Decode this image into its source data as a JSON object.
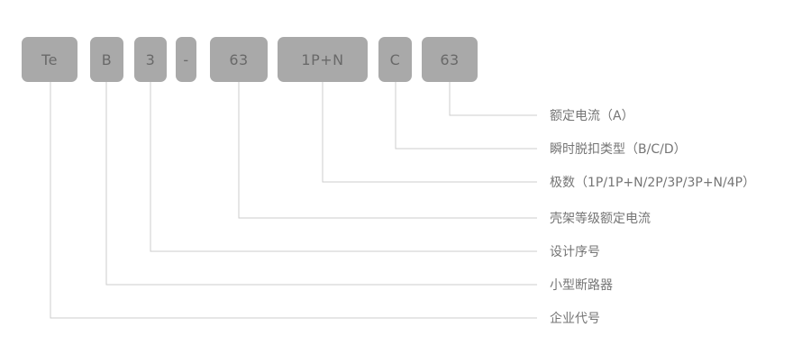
{
  "diagram": {
    "description_type": "product-model-nomenclature",
    "boxes": [
      {
        "code": "Te",
        "meaning": "企业代号"
      },
      {
        "code": "B",
        "meaning": "小型断路器"
      },
      {
        "code": "3",
        "meaning": "设计序号"
      },
      {
        "code": "-",
        "meaning": ""
      },
      {
        "code": "63",
        "meaning": "壳架等级额定电流"
      },
      {
        "code": "1P+N",
        "meaning": "极数（1P/1P+N/2P/3P/3P+N/4P）"
      },
      {
        "code": "C",
        "meaning": "瞬时脱扣类型（B/C/D）"
      },
      {
        "code": "63",
        "meaning": "额定电流（A）"
      }
    ],
    "colors": {
      "background": "#ffffff",
      "box_fill": "#a9a9a9",
      "box_text": "#696969",
      "connector_line": "#cccccc",
      "label_text": "#757575"
    }
  }
}
